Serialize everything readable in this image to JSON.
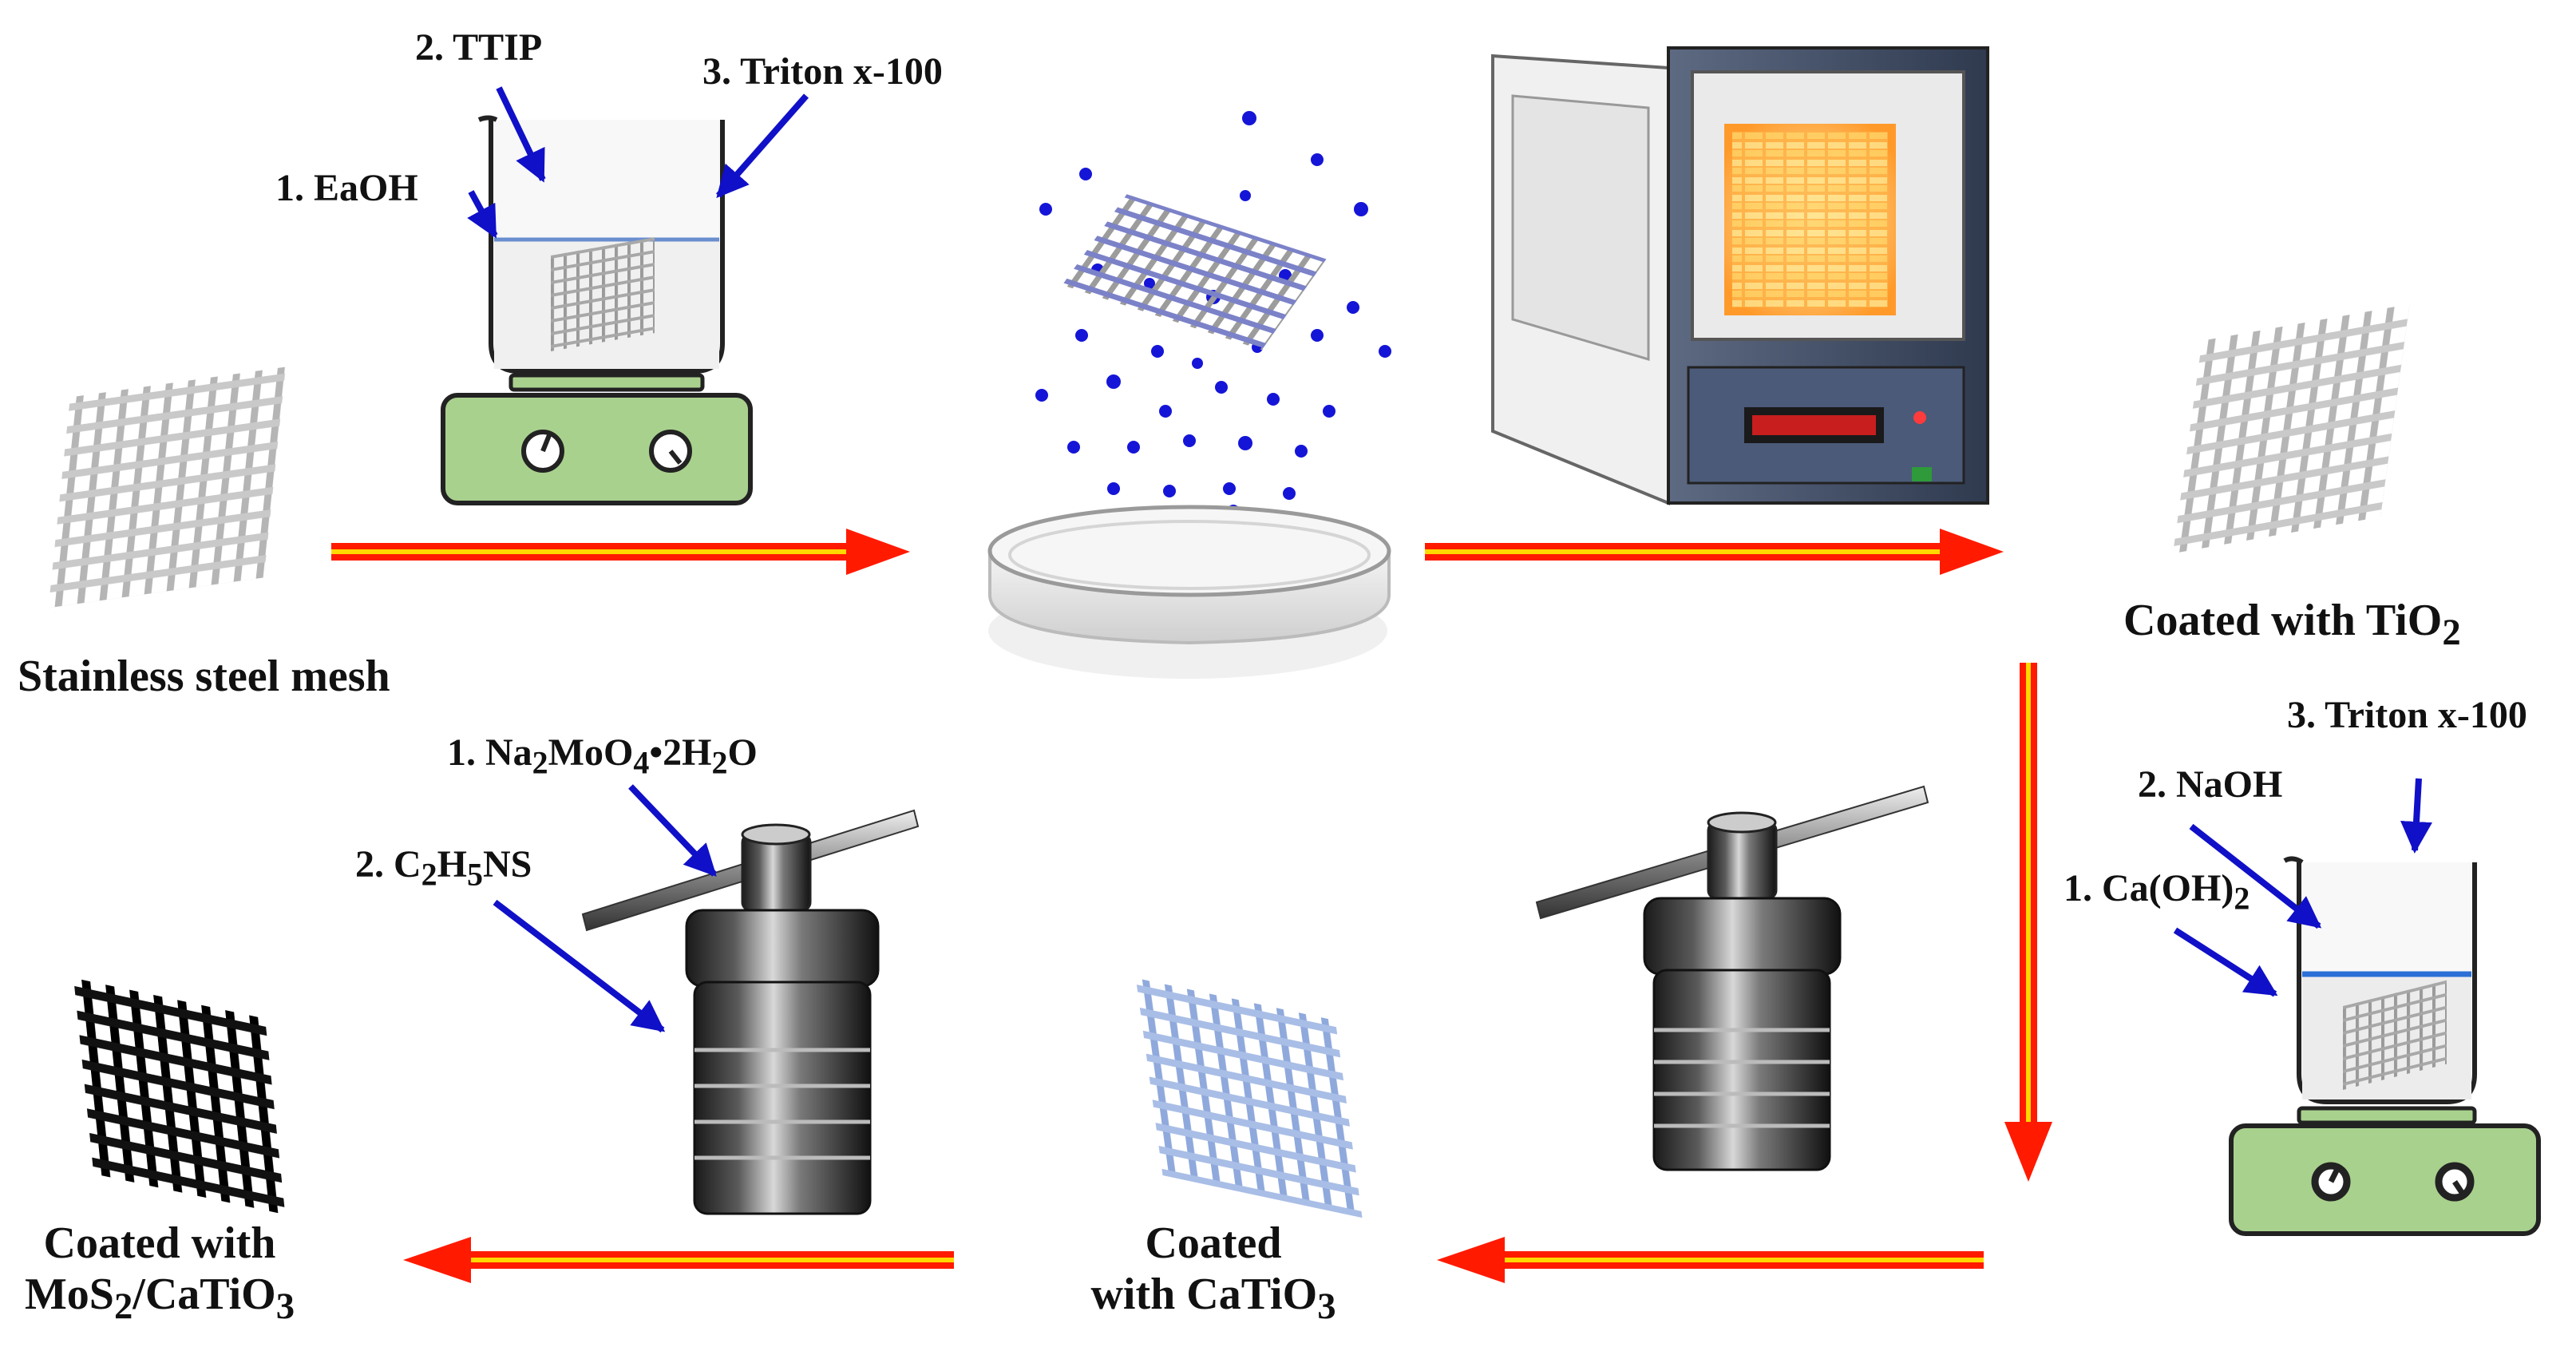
{
  "beaker1": {
    "reagent1": "1. EaOH",
    "reagent2": "2. TTIP",
    "reagent3": "3. Triton x-100"
  },
  "mesh_label": "Stainless  steel mesh",
  "tio2_label": {
    "text": "Coated with  TiO",
    "sub": "2"
  },
  "beaker2": {
    "reagent1": {
      "text": "1. Ca(OH)",
      "sub": "2"
    },
    "reagent2": "2. NaOH",
    "reagent3": "3. Triton x-100"
  },
  "catio3_label": {
    "line1": "Coated",
    "line2": "with  CaTiO",
    "sub": "3"
  },
  "autoclave_reagents": {
    "reagent1": {
      "p1": "1. Na",
      "s1": "2",
      "p2": "MoO",
      "s2": "4",
      "p3": "•2H",
      "s3": "2",
      "p4": "O"
    },
    "reagent2": {
      "p1": "2. C",
      "s1": "2",
      "p2": "H",
      "s2": "5",
      "p3": "NS"
    }
  },
  "final_label": {
    "line1": "Coated with",
    "p1": "MoS",
    "s1": "2",
    "p2": "/CaTiO",
    "s2": "3"
  },
  "colors": {
    "arrow_red": "#ff1a00",
    "arrow_yellow": "#ffd800",
    "pointer_blue": "#1010c8",
    "stirrer_green": "#a9d18e",
    "furnace_blue": "#3d4c66",
    "mesh_gray": "#b5b5b5",
    "mesh_blue": "#8fa9dc",
    "mesh_black": "#000000"
  },
  "icons": [
    "beaker-icon",
    "hot-plate-stirrer-icon",
    "steel-mesh-icon",
    "petri-dish-icon",
    "nanoparticles-icon",
    "muffle-furnace-icon",
    "autoclave-icon",
    "process-arrow-icon",
    "pointer-arrow-icon"
  ]
}
